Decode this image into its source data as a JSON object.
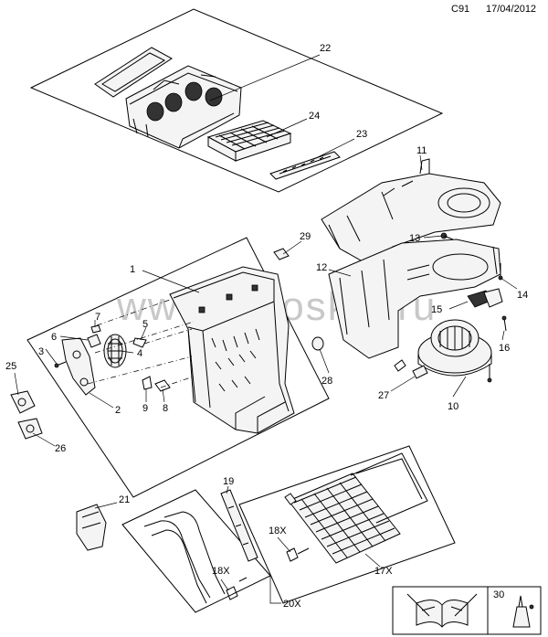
{
  "header": {
    "page_code": "C91",
    "date": "17/04/2012"
  },
  "watermark": "www.autoskid.ru",
  "callouts": {
    "c1": "1",
    "c2": "2",
    "c3": "3",
    "c4": "4",
    "c5": "5",
    "c6": "6",
    "c7": "7",
    "c8": "8",
    "c9": "9",
    "c10": "10",
    "c11": "11",
    "c12": "12",
    "c13": "13",
    "c14": "14",
    "c15": "15",
    "c16": "16",
    "c17x": "17X",
    "c18x_a": "18X",
    "c18x_b": "18X",
    "c19": "19",
    "c20x": "20X",
    "c21": "21",
    "c22": "22",
    "c23": "23",
    "c24": "24",
    "c25": "25",
    "c26": "26",
    "c27": "27",
    "c28": "28",
    "c29": "29",
    "c30": "30"
  },
  "icons": {
    "manual": "service-manual-icon",
    "sealant": "sealant-bottle-icon"
  }
}
